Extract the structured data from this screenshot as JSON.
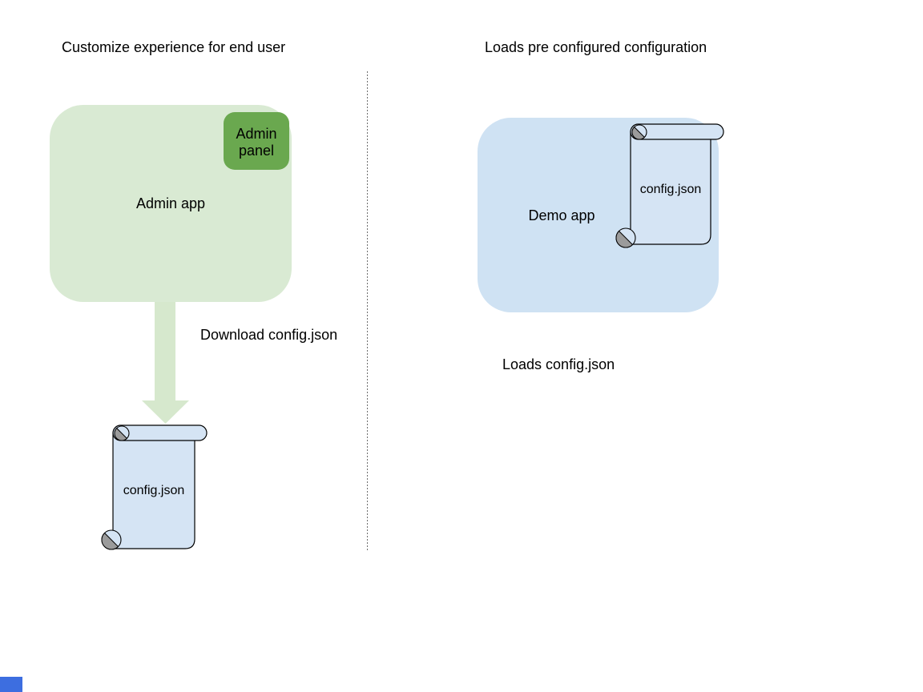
{
  "canvas": {
    "background": "#ffffff"
  },
  "left_section": {
    "title": "Customize experience for end user",
    "app_box": {
      "label": "Admin app",
      "fill": "#d9ead3"
    },
    "panel_box": {
      "label": "Admin panel",
      "fill": "#6aa84f"
    },
    "download_arrow": {
      "label": "Download\nconfig.json",
      "fill": "#d6e8cd"
    },
    "config_file": {
      "label": "config.json",
      "fill": "#d5e4f4"
    }
  },
  "right_section": {
    "title": "Loads pre configured configuration",
    "app_box": {
      "label": "Demo app",
      "fill": "#cfe2f3"
    },
    "config_file": {
      "label": "config.json",
      "fill": "#d5e4f4"
    },
    "caption": "Loads config.json"
  },
  "divider": {
    "color": "#6e6e6e"
  },
  "scroll_style": {
    "outline": "#000000",
    "curl_gray": "#9b9b9b"
  },
  "corner_marker": {
    "fill": "#3d6ee0"
  },
  "text_color": "#000000"
}
